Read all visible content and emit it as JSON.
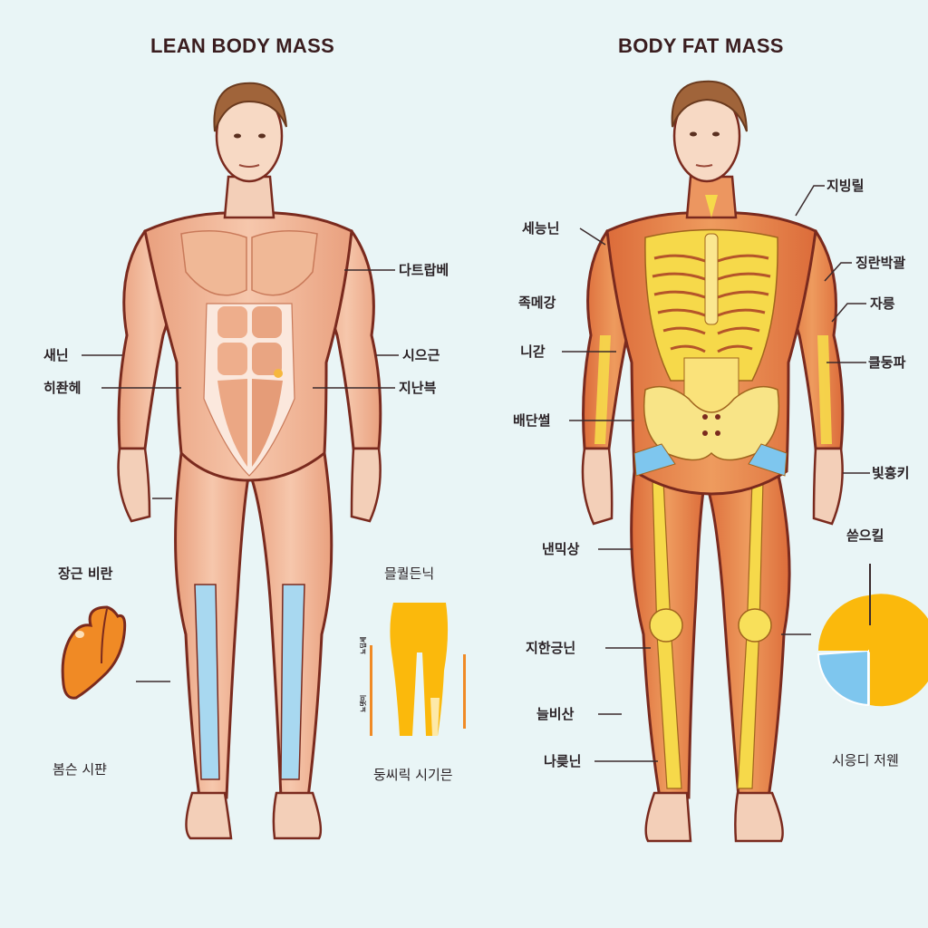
{
  "left_panel": {
    "title": "LEAN BODY MASS",
    "labels": [
      {
        "id": "upper-arm-right",
        "text": "다트랍베"
      },
      {
        "id": "forearm-right",
        "text": "시으근"
      },
      {
        "id": "abdomen-right",
        "text": "지난븍"
      },
      {
        "id": "arm-left",
        "text": "새닌"
      },
      {
        "id": "abdomen-left",
        "text": "히좐헤"
      },
      {
        "id": "liver-caption-top",
        "text": "장근 비란"
      },
      {
        "id": "liver-caption-bottom",
        "text": "봄슨 시퍈"
      },
      {
        "id": "legs-chart-title",
        "text": "믈퀄든닉"
      },
      {
        "id": "legs-chart-caption",
        "text": "둥씨릭 시기믄"
      },
      {
        "id": "legs-chart-axis-upper",
        "text": "뇨딥세"
      },
      {
        "id": "legs-chart-axis-lower",
        "text": "뇨뎃미"
      }
    ]
  },
  "right_panel": {
    "title": "BODY FAT MASS",
    "labels": [
      {
        "id": "shoulder-left",
        "text": "세능닌"
      },
      {
        "id": "upper-arm-left",
        "text": "족메강"
      },
      {
        "id": "elbow-left",
        "text": "니갇"
      },
      {
        "id": "forearm-left",
        "text": "배단썰"
      },
      {
        "id": "thigh-left",
        "text": "낸믹상"
      },
      {
        "id": "knee-left",
        "text": "지한긍닌"
      },
      {
        "id": "shin-left",
        "text": "늘비산"
      },
      {
        "id": "ankle-left",
        "text": "나릊닌"
      },
      {
        "id": "neck-right",
        "text": "지빙릴"
      },
      {
        "id": "shoulder-right",
        "text": "징란박괄"
      },
      {
        "id": "arm-right",
        "text": "자릉"
      },
      {
        "id": "forearm-right",
        "text": "클둥파"
      },
      {
        "id": "hand-right",
        "text": "빛흥키"
      },
      {
        "id": "pie-title",
        "text": "쓷으킬"
      },
      {
        "id": "pie-caption",
        "text": "시응디 저웬"
      }
    ]
  },
  "pie_chart": {
    "slices": [
      {
        "name": "yellow",
        "value": 75,
        "color": "#fbb90c"
      },
      {
        "name": "blue",
        "value": 25,
        "color": "#7ec6ee"
      }
    ]
  },
  "colors": {
    "background": "#e9f5f6",
    "title": "#3a1d1f",
    "lean_muscle": "#eeb08f",
    "lean_muscle_dark": "#d98a65",
    "fat_muscle": "#e57a45",
    "fat_bone": "#f6d94a",
    "tendon_blue": "#9fd3ee",
    "outline": "#7a2a1e",
    "liver": "#f08a25",
    "hair": "#a0643a"
  }
}
